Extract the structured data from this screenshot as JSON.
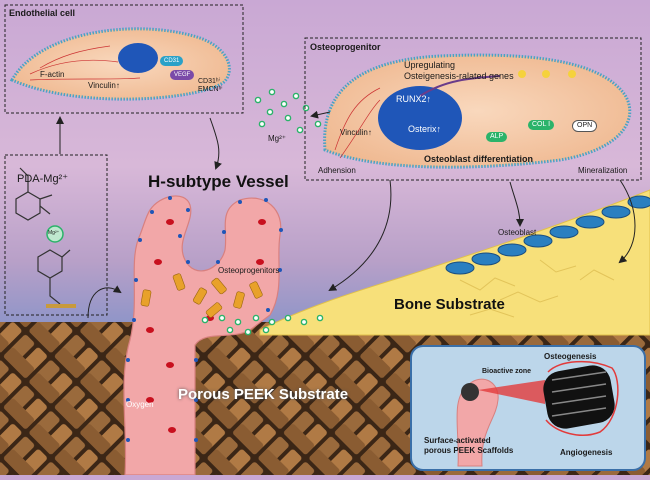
{
  "endothelial": {
    "title": "Endothelial cell",
    "f_actin": "F-actin",
    "vinculin": "Vinculin↑",
    "cd31": "CD31",
    "vegf": "VEGF",
    "markers": "CD31ʰⁱ\nEMCNʰⁱ"
  },
  "osteoprogenitor": {
    "title": "Osteoprogenitor",
    "upregulating": "Upregulating",
    "genes": "Osteigenesis-ralated genes",
    "runx2": "RUNX2↑",
    "osterix": "Osterix↑",
    "vinculin": "Vinculin↑",
    "alp": "ALP",
    "col1": "COL I",
    "opn": "OPN",
    "differentiation": "Osteoblast differentiation",
    "adhesion": "Adhension",
    "mineralization": "Mineralization"
  },
  "mg_ion": "Mg²⁺",
  "pda": {
    "label": "PDA-Mg²⁺",
    "mg": "Mg²⁺"
  },
  "h_vessel": "H-subtype Vessel",
  "osteoprogenitors": "Osteoprogenitors",
  "osteoblast": "Osteoblast",
  "bone_substrate": "Bone Substrate",
  "peek_substrate": "Porous PEEK Substrate",
  "oxygen": "Oxygen",
  "inset": {
    "osteogenesis": "Osteogenesis",
    "bioactive_zone": "Bioactive zone",
    "scaffold": "Surface-activated\nporous PEEK Scaffolds",
    "angiogenesis": "Angiogenesis"
  },
  "colors": {
    "cell_fill": "#f4c9a6",
    "membrane": "#4aa3c4",
    "nucleus": "#1f56b8",
    "vessel": "#f2a7a8",
    "bone": "#f7e07a",
    "peek": "#7a5530",
    "mg_dot": "#2bb36a"
  }
}
